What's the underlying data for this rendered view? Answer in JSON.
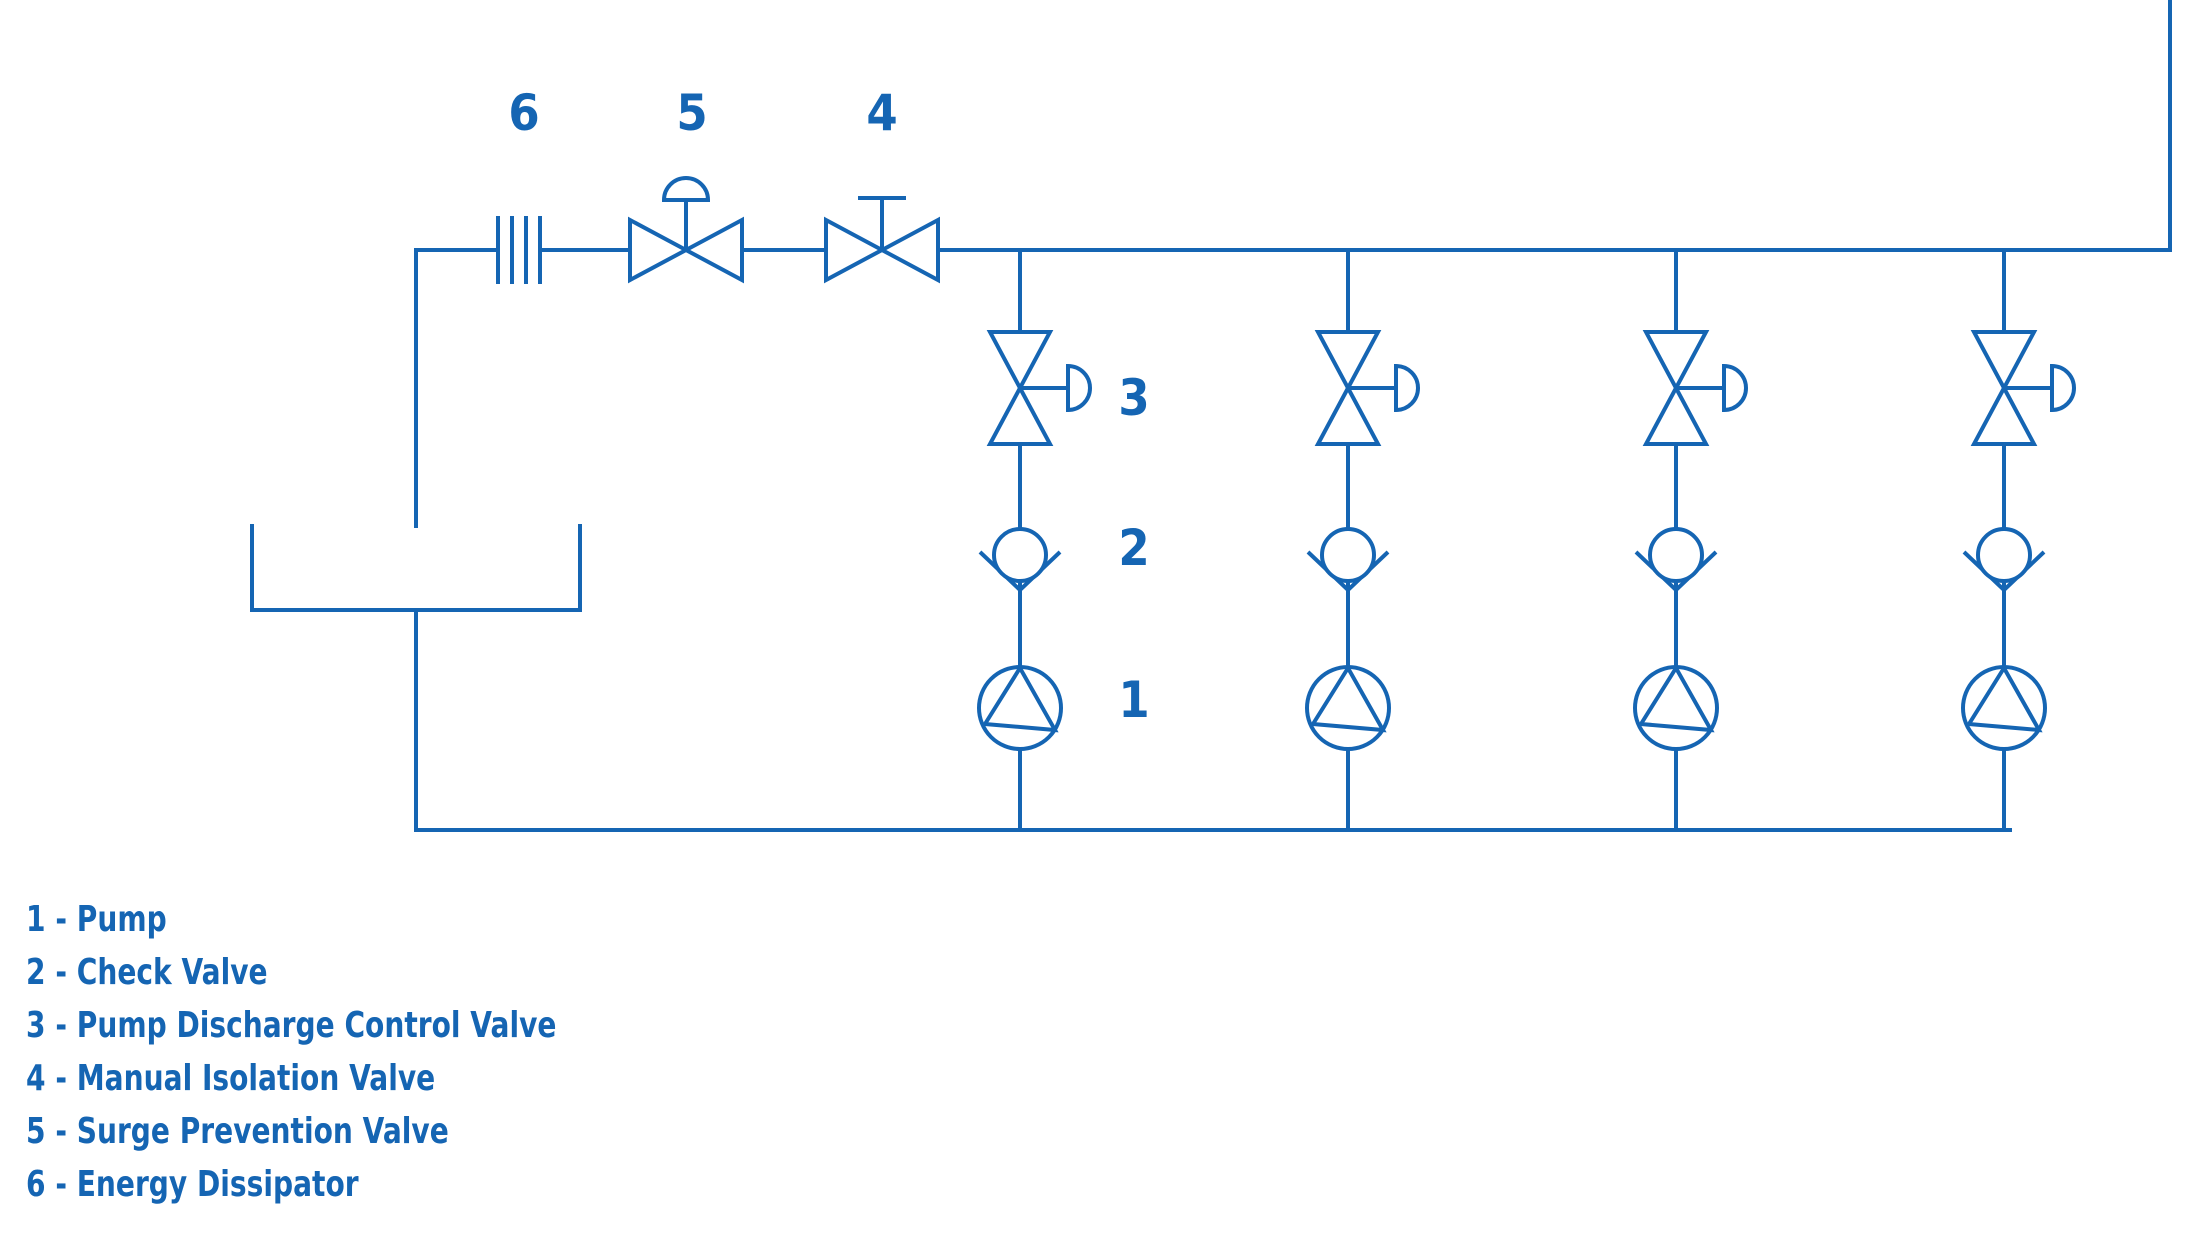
{
  "colors": {
    "line": "#1565b3",
    "background": "#ffffff"
  },
  "diagram": {
    "top_labels": {
      "energy_dissipator": "6",
      "surge_prevention_valve": "5",
      "manual_isolation_valve": "4"
    },
    "side_labels": {
      "pump_discharge_control_valve": "3",
      "check_valve": "2",
      "pump": "1"
    },
    "pump_branch_count": 4
  },
  "legend": [
    "1 - Pump",
    "2 - Check Valve",
    "3 - Pump Discharge Control Valve",
    "4 - Manual Isolation Valve",
    "5 - Surge Prevention Valve",
    "6 - Energy Dissipator"
  ]
}
